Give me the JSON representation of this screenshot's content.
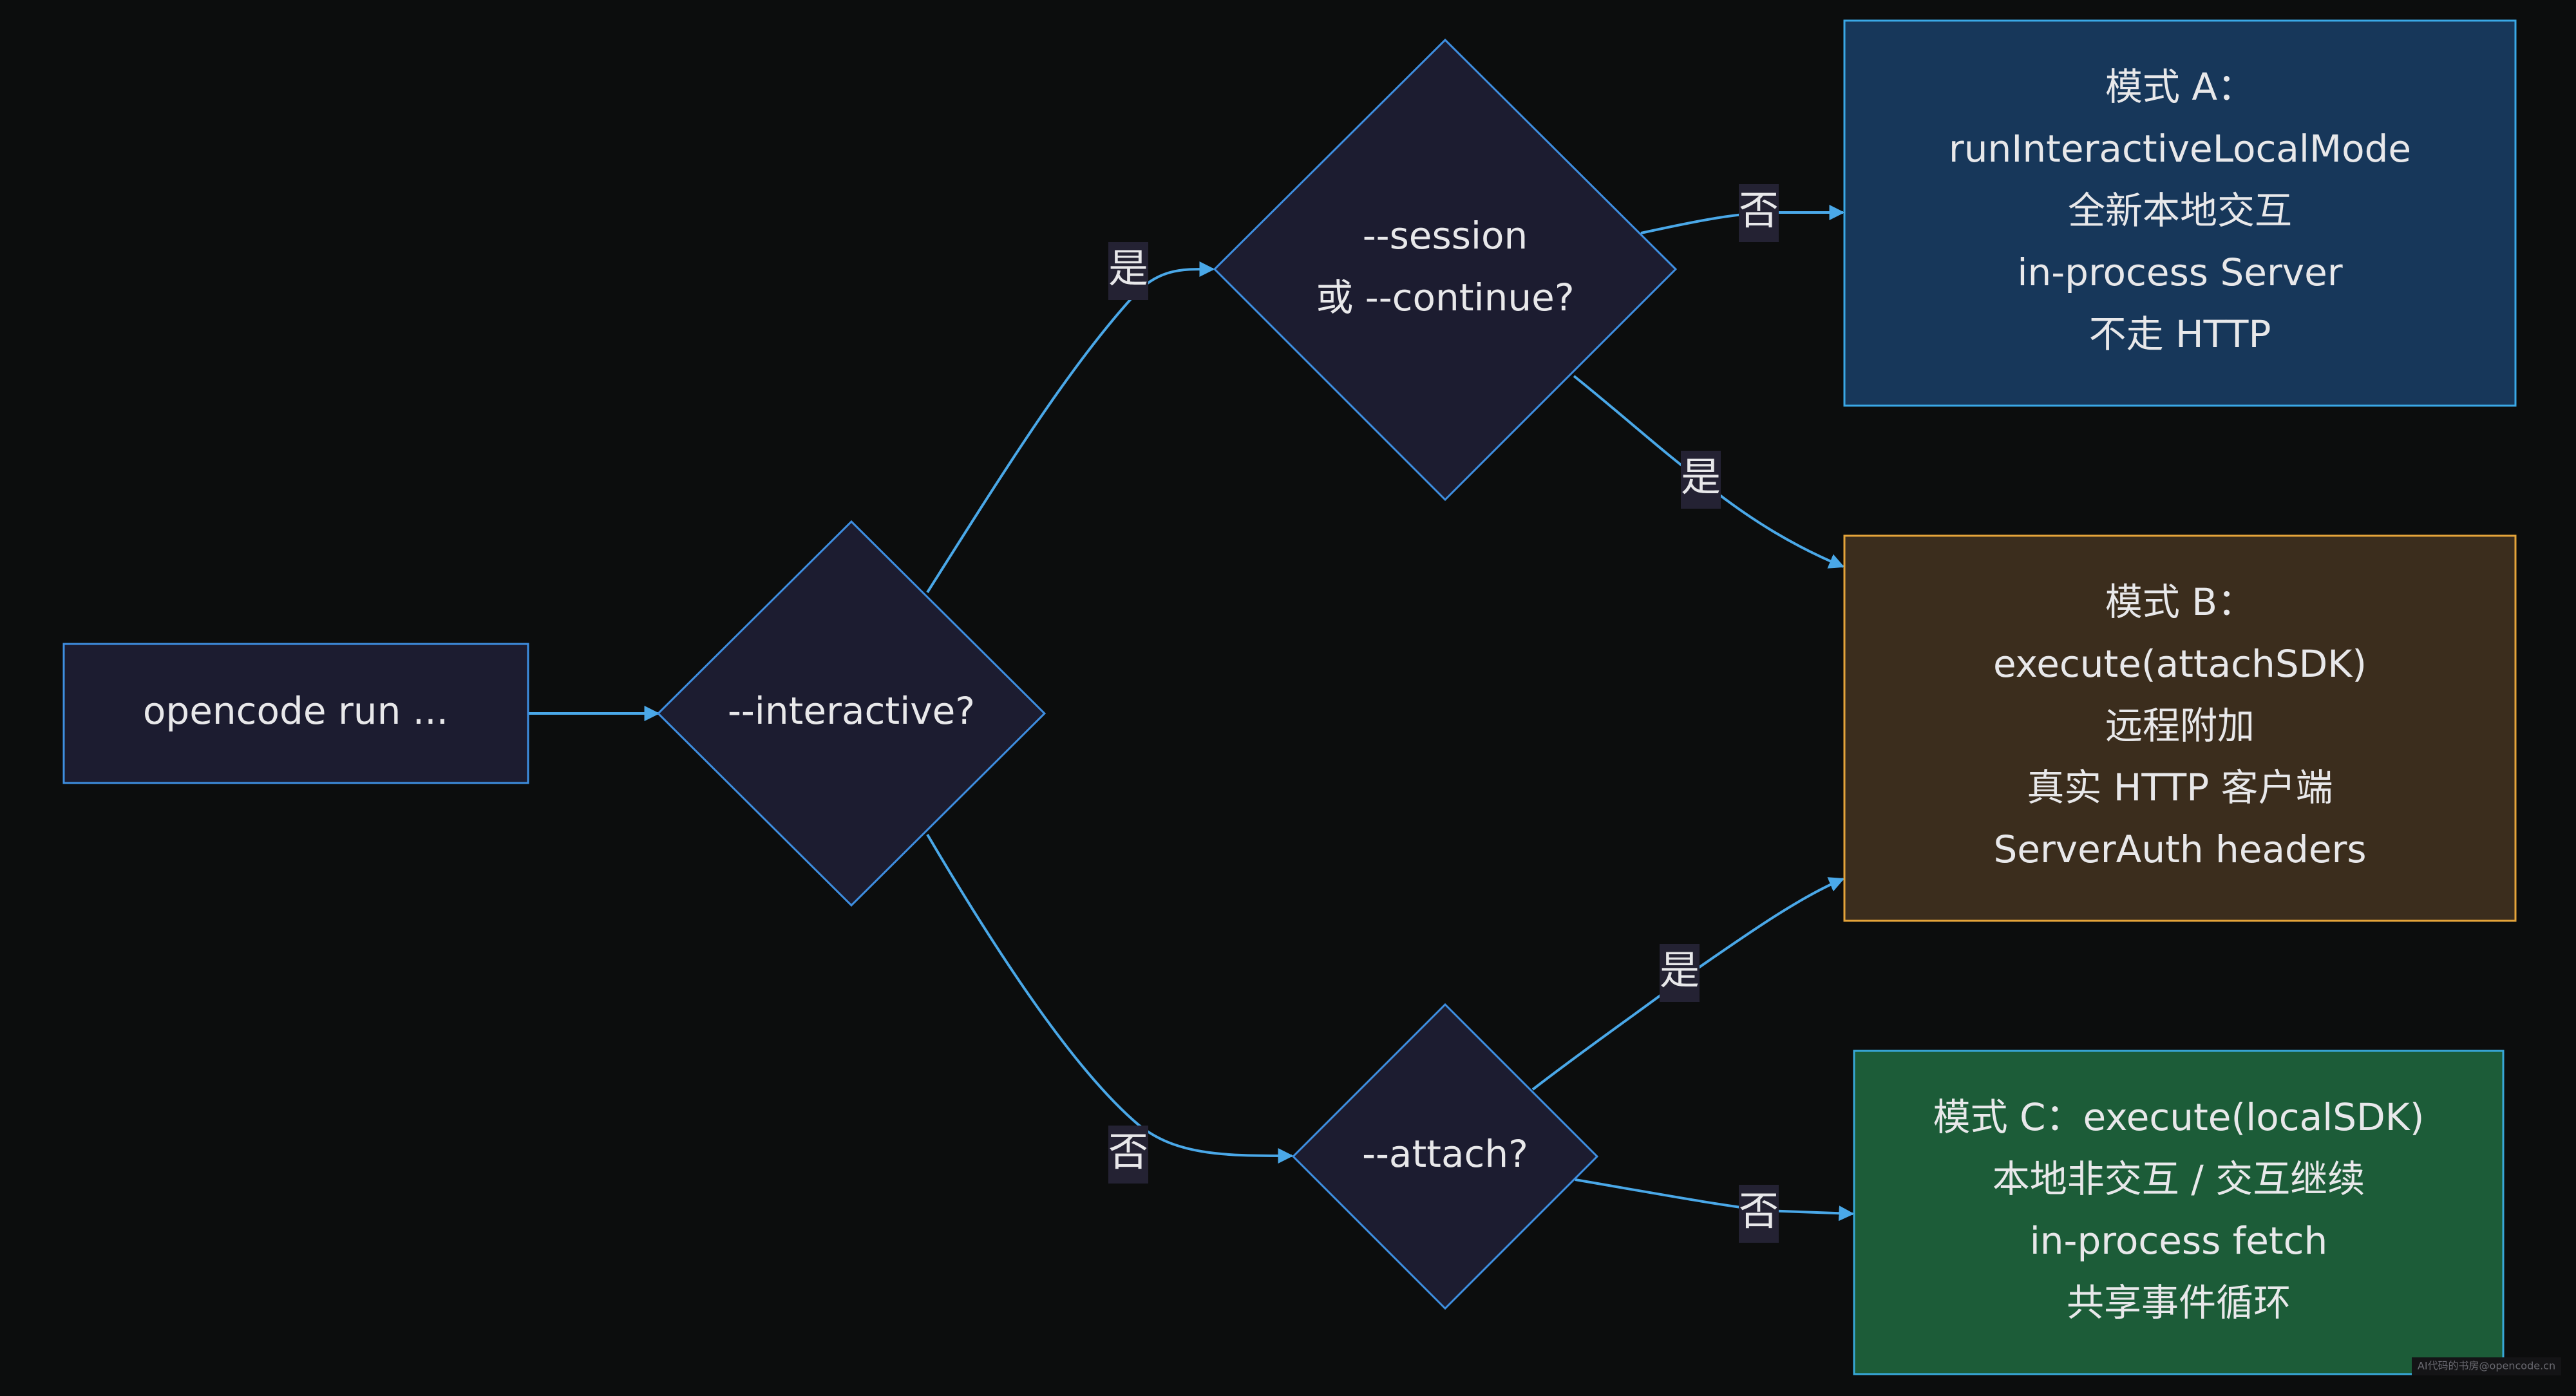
{
  "nodes": {
    "start": {
      "lines": [
        "opencode run ..."
      ]
    },
    "interactive": {
      "lines": [
        "--interactive?"
      ]
    },
    "session": {
      "lines": [
        "--session",
        "或 --continue?"
      ]
    },
    "attach": {
      "lines": [
        "--attach?"
      ]
    },
    "mode_a": {
      "lines": [
        "模式 A：",
        "runInteractiveLocalMode",
        "全新本地交互",
        "in-process Server",
        "不走 HTTP"
      ]
    },
    "mode_b": {
      "lines": [
        "模式 B：",
        "execute(attachSDK)",
        "远程附加",
        "真实 HTTP 客户端",
        "ServerAuth headers"
      ]
    },
    "mode_c": {
      "lines": [
        "模式 C：execute(localSDK)",
        "本地非交互 / 交互继续",
        "in-process fetch",
        "共享事件循环"
      ]
    }
  },
  "edges": {
    "interactive_yes": "是",
    "interactive_no": "否",
    "session_no": "否",
    "session_yes": "是",
    "attach_yes": "是",
    "attach_no": "否"
  },
  "colors": {
    "background": "#0c0d0d",
    "edge": "#4aa8e8",
    "decision_fill": "#1c1c30",
    "decision_stroke": "#3e8ee0",
    "mode_a_fill": "#17375a",
    "mode_a_stroke": "#3aa8e6",
    "mode_b_fill": "#3b2d1d",
    "mode_b_stroke": "#e5a43a",
    "mode_c_fill": "#1c5c38",
    "mode_c_stroke": "#37a8d8"
  },
  "watermark": "AI代码的书房@opencode.cn"
}
